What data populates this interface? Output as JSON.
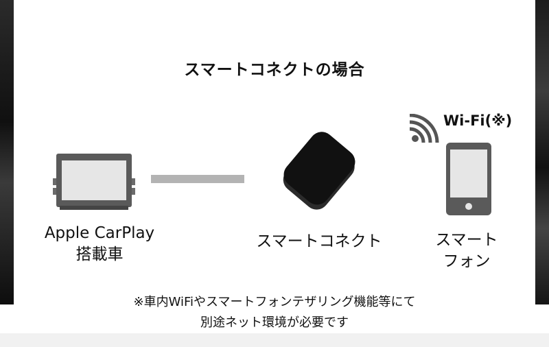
{
  "title": "スマートコネクトの場合",
  "wifi_label": "Wi-Fi(※)",
  "labels": {
    "carplay_line1": "Apple CarPlay",
    "carplay_line2": "搭載車",
    "device": "スマートコネクト",
    "phone_line1": "スマート",
    "phone_line2": "フォン"
  },
  "note": {
    "line1": "※車内WiFiやスマートフォンテザリング機能等にて",
    "line2": "別途ネット環境が必要です"
  },
  "icons": [
    "car-monitor-icon",
    "smart-connect-device-icon",
    "smartphone-icon",
    "wifi-icon"
  ],
  "colors": {
    "link": "#b3b3b3",
    "device": "#1c1c1c",
    "icon": "#555555"
  }
}
